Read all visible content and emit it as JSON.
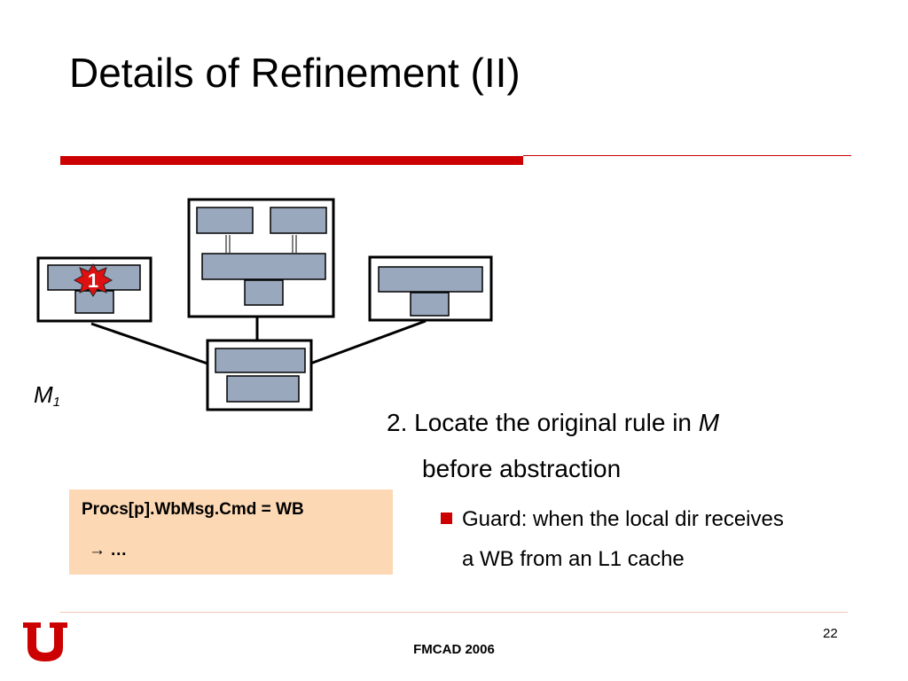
{
  "slide": {
    "title": "Details of Refinement (II)",
    "model": {
      "letter": "M",
      "subscript": "1"
    },
    "marker_number": "1",
    "rule_box": {
      "line1": "Procs[p].WbMsg.Cmd = WB",
      "line2": "→ …"
    },
    "step": {
      "line1_before": "2. Locate the original rule in ",
      "line1_em": "M",
      "line2": "before abstraction"
    },
    "bullet": {
      "line1": "Guard:  when the local dir receives",
      "line2": "a WB from an L1 cache"
    },
    "footer": "FMCAD 2006",
    "page_number": "22"
  },
  "colors": {
    "accent_red": "#cc0000",
    "box_fill": "#9aa8bd",
    "rule_box_fill": "#fdd8b4"
  }
}
